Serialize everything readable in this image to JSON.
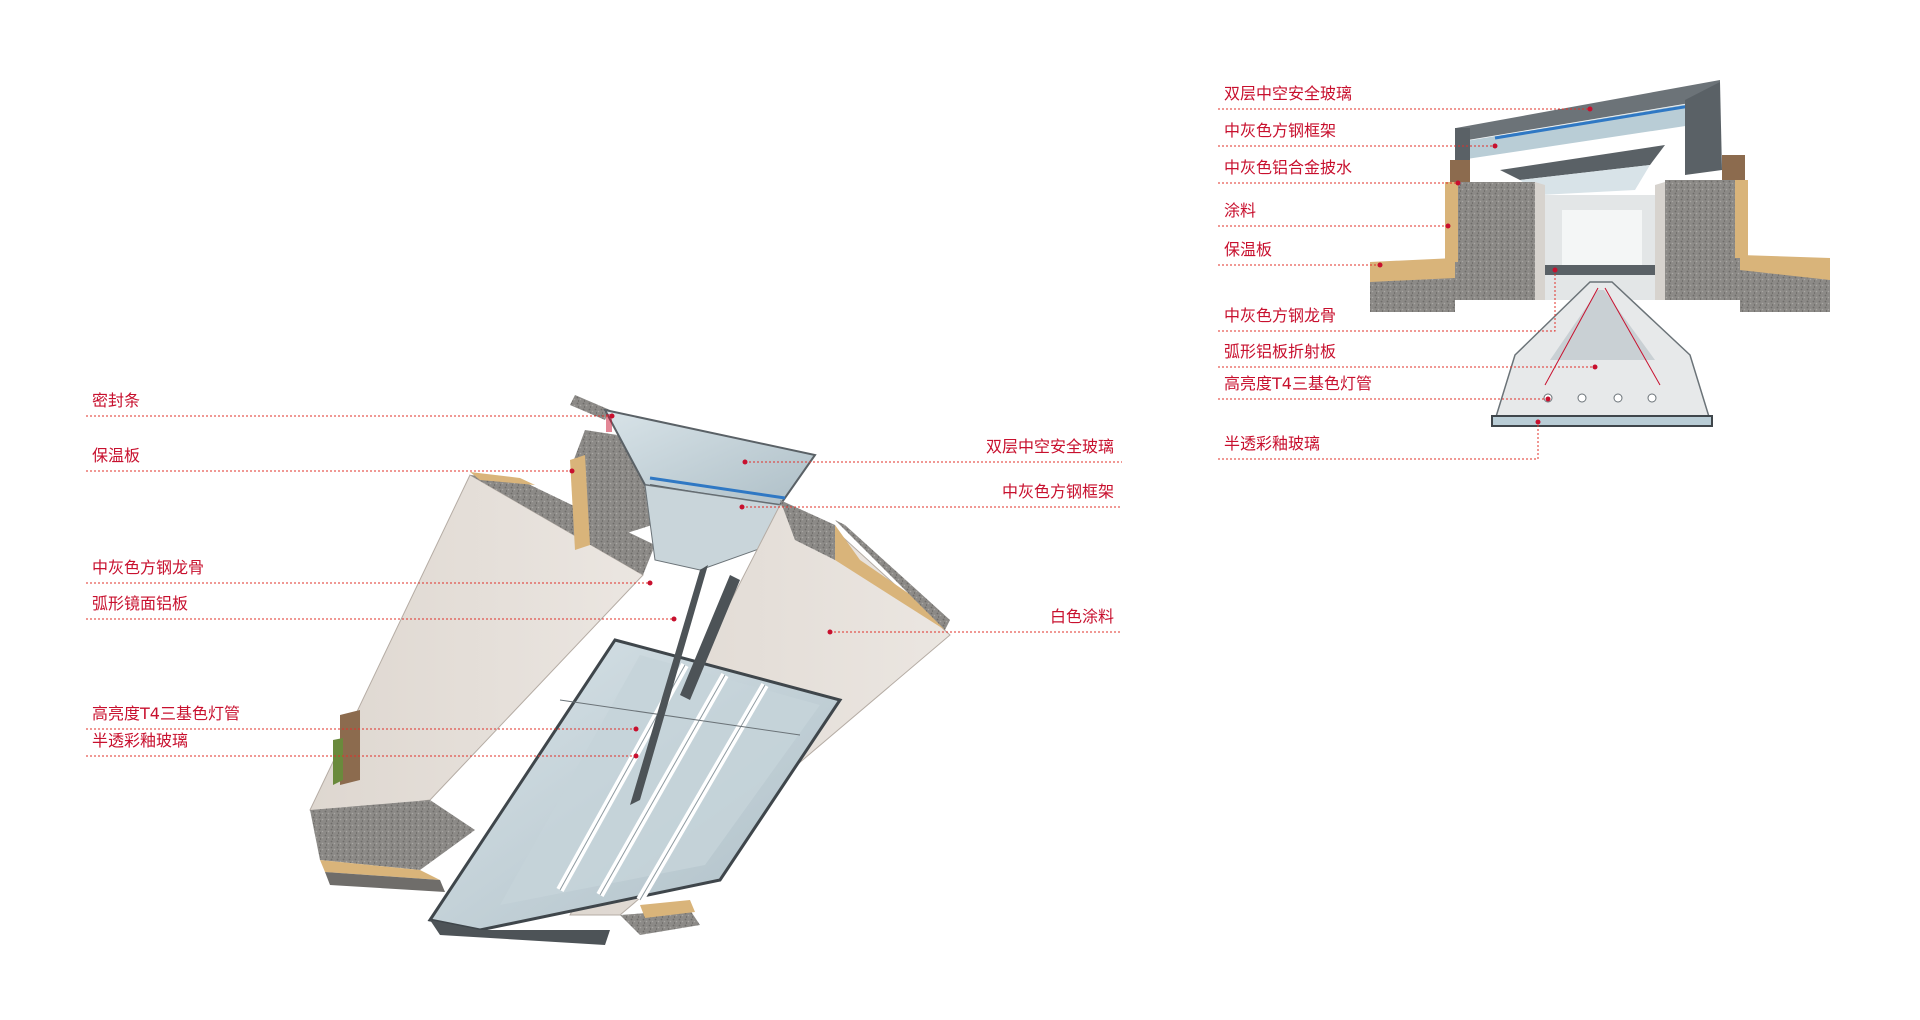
{
  "left_diagram": {
    "labels": {
      "seal_strip": "密封条",
      "insulation_board": "保温板",
      "steel_keel": "中灰色方钢龙骨",
      "curved_mirror_panel": "弧形镜面铝板",
      "t4_tube": "高亮度T4三基色灯管",
      "glazed_glass": "半透彩釉玻璃",
      "double_glass": "双层中空安全玻璃",
      "steel_frame": "中灰色方钢框架",
      "white_paint": "白色涂料"
    }
  },
  "right_diagram": {
    "labels": {
      "double_glass": "双层中空安全玻璃",
      "steel_frame": "中灰色方钢框架",
      "alu_flashing": "中灰色铝合金披水",
      "paint": "涂料",
      "insulation_board": "保温板",
      "steel_keel": "中灰色方钢龙骨",
      "curved_reflector": "弧形铝板折射板",
      "t4_tube": "高亮度T4三基色灯管",
      "glazed_glass": "半透彩釉玻璃"
    }
  },
  "colors": {
    "label_red": "#c8102e",
    "concrete": "#8f8f8f",
    "insulation": "#d9b47a",
    "wall_face": "#e8e2dc",
    "glass": "#b9cdd6",
    "frame": "#5a6166",
    "glass_blue_line": "#2f78c4"
  }
}
